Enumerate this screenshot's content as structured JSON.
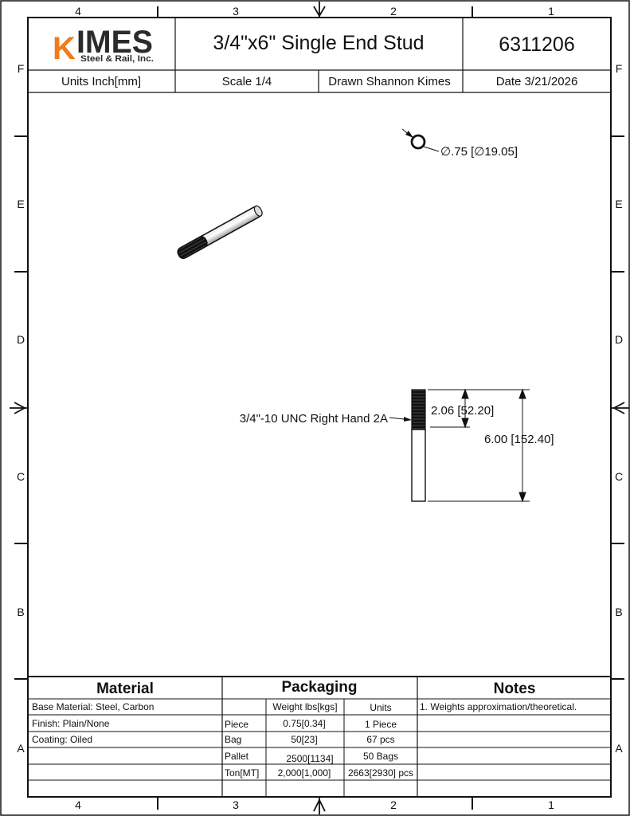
{
  "border": {
    "cols_top": [
      "4",
      "3",
      "2",
      "1"
    ],
    "cols_bottom": [
      "4",
      "3",
      "2",
      "1"
    ],
    "rows_left": [
      "F",
      "E",
      "D",
      "C",
      "B",
      "A"
    ],
    "rows_right": [
      "F",
      "E",
      "D",
      "C",
      "B",
      "A"
    ]
  },
  "title_block": {
    "logo_k": "K",
    "logo_rest": "IMES",
    "logo_sub": "Steel & Rail, Inc.",
    "title": "3/4\"x6\" Single End Stud",
    "part_number": "6311206",
    "units": "Units Inch[mm]",
    "scale": "Scale 1/4",
    "drawn": "Drawn Shannon Kimes",
    "date": "Date 3/21/2026"
  },
  "drawing": {
    "diameter_label": "∅.75 [∅19.05]",
    "thread_label": "3/4\"-10 UNC Right Hand 2A",
    "thread_length": "2.06 [52.20]",
    "total_length": "6.00 [152.40]"
  },
  "material": {
    "heading": "Material",
    "rows": [
      "Base Material: Steel, Carbon",
      "Finish: Plain/None",
      "Coating: Oiled",
      "",
      "",
      ""
    ]
  },
  "packaging": {
    "heading": "Packaging",
    "columns": [
      "",
      "Weight lbs[kgs]",
      "Units"
    ],
    "rows": [
      [
        "Piece",
        "0.75[0.34]",
        "1 Piece"
      ],
      [
        "Bag",
        "50[23]",
        "67 pcs"
      ],
      [
        "Pallet",
        "2500[1134]",
        "50 Bags"
      ],
      [
        "Ton[MT]",
        "2,000[1,000]",
        "2663[2930] pcs"
      ],
      [
        "",
        "",
        ""
      ]
    ]
  },
  "notes": {
    "heading": "Notes",
    "rows": [
      "1. Weights approximation/theoretical.",
      "",
      "",
      "",
      "",
      ""
    ]
  }
}
